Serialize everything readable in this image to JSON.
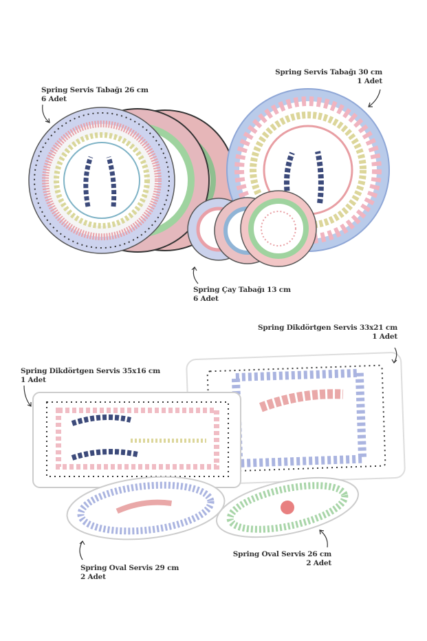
{
  "products": [
    {
      "name": "Spring Servis Tabağı 26 cm",
      "qty": "6 Adet"
    },
    {
      "name": "Spring Servis Tabağı 30 cm",
      "qty": "1 Adet"
    },
    {
      "name": "Spring Çay Tabağı 13 cm",
      "qty": "6 Adet"
    },
    {
      "name": "Spring Dikdörtgen Servis 33x21 cm",
      "qty": "1 Adet"
    },
    {
      "name": "Spring Dikdörtgen Servis 35x16 cm",
      "qty": "1 Adet"
    },
    {
      "name": "Spring Oval Servis 29 cm",
      "qty": "2 Adet"
    },
    {
      "name": "Spring Oval Servis 26 cm",
      "qty": "2 Adet"
    }
  ],
  "colors": {
    "blue": "#c7d0ec",
    "pink": "#e8b9bd",
    "green": "#a8d5a8",
    "navy": "#3c4a7a",
    "text": "#333333"
  }
}
